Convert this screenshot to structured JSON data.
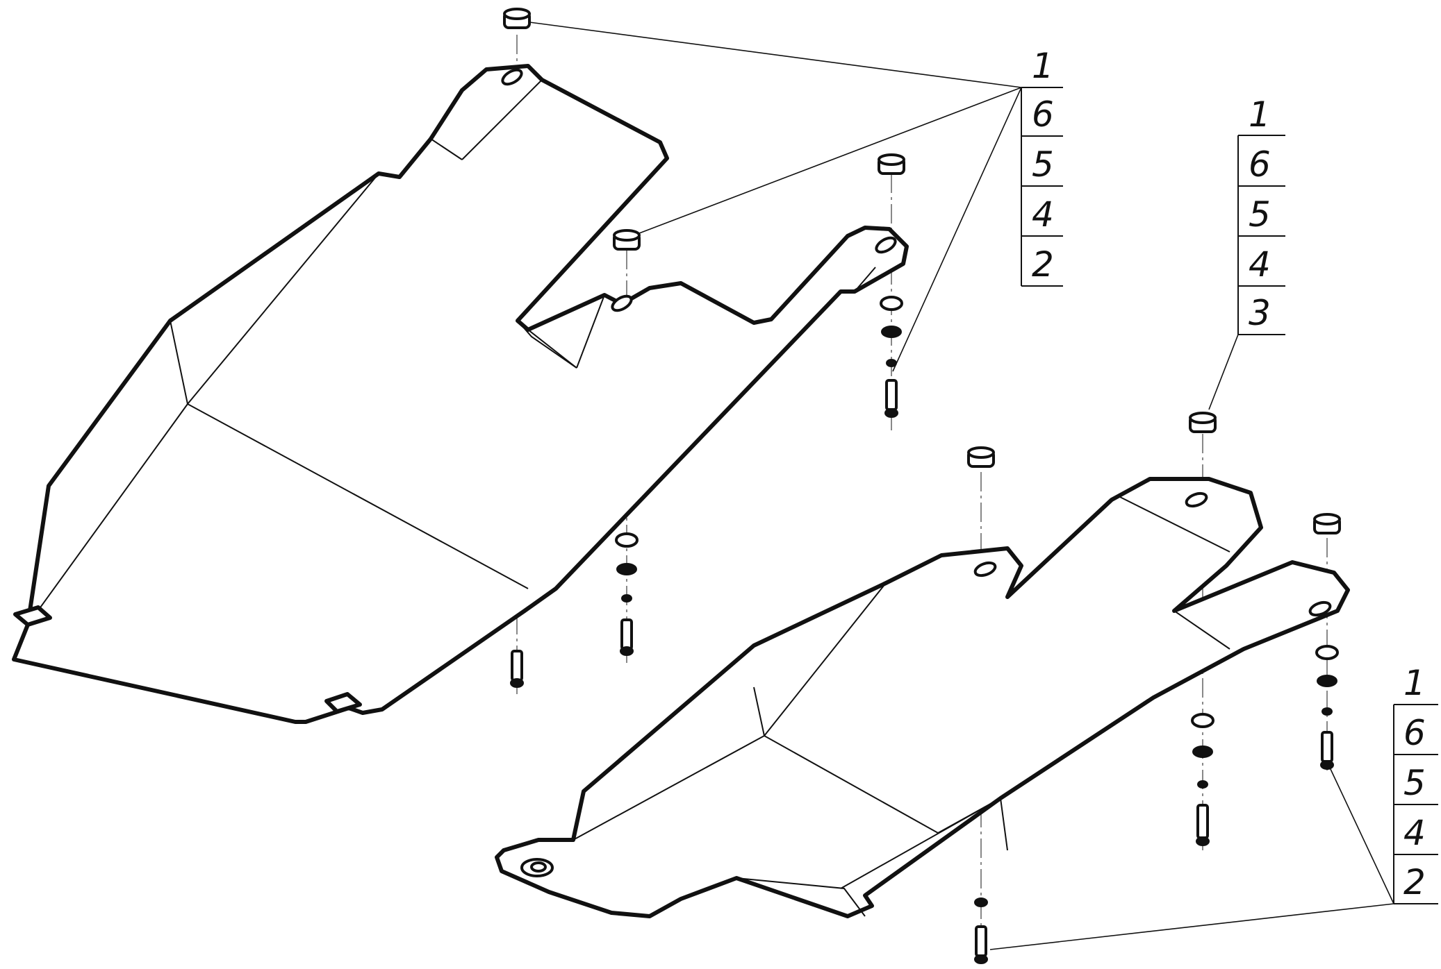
{
  "callouts": [
    {
      "id": "a",
      "labels": [
        "1",
        "6",
        "5",
        "4",
        "2"
      ]
    },
    {
      "id": "b",
      "labels": [
        "1",
        "6",
        "5",
        "4",
        "3"
      ]
    },
    {
      "id": "c",
      "labels": [
        "1",
        "6",
        "5",
        "4",
        "2"
      ]
    }
  ],
  "colors": {
    "line": "#111111",
    "background": "#ffffff"
  }
}
